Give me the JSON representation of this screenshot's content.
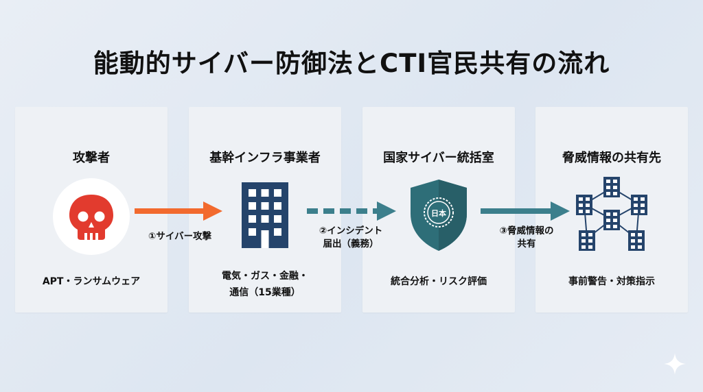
{
  "title": "能動的サイバー防御法とCTI官民共有の流れ",
  "colors": {
    "attack_arrow": "#f26a2e",
    "dashed_arrow": "#3c7f8c",
    "share_arrow": "#3c7f8c",
    "skull": "#e23b2e",
    "building": "#25446b",
    "shield": "#2e6e78"
  },
  "panels": [
    {
      "title": "攻撃者",
      "icon": "skull-icon",
      "desc": [
        "APT・ランサムウェア"
      ]
    },
    {
      "title": "基幹インフラ事業者",
      "icon": "office-building-icon",
      "desc": [
        "電気・ガス・金融・",
        "通信（15業種）"
      ]
    },
    {
      "title": "国家サイバー統括室",
      "icon": "national-shield-icon",
      "desc": [
        "統合分析・リスク評価"
      ],
      "emblem_text": "日本"
    },
    {
      "title": "脅威情報の共有先",
      "icon": "building-network-icon",
      "desc": [
        "事前警告・対策指示"
      ]
    }
  ],
  "arrows": [
    {
      "label": [
        "①サイバー攻撃"
      ],
      "style": "solid"
    },
    {
      "label": [
        "②インシデント",
        "届出（義務）"
      ],
      "style": "dashed"
    },
    {
      "label": [
        "③脅威情報の",
        "共有"
      ],
      "style": "solid"
    }
  ]
}
